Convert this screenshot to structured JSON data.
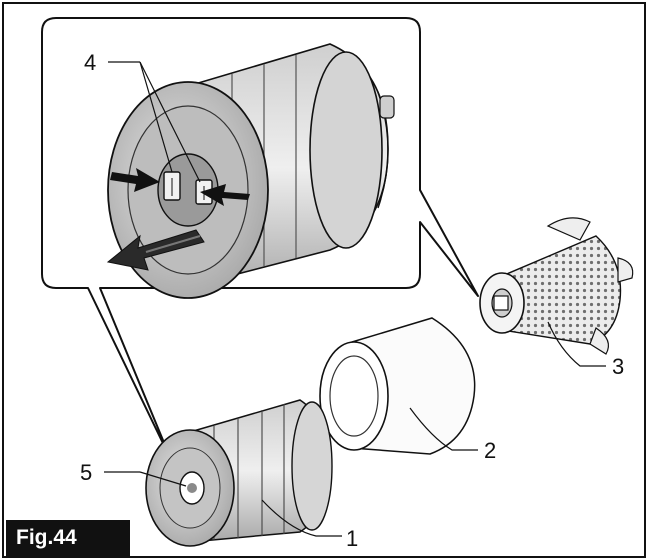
{
  "figure": {
    "label": "Fig.44",
    "callouts": {
      "c1": "1",
      "c2": "2",
      "c3": "3",
      "c4": "4",
      "c5": "5"
    }
  },
  "colors": {
    "line": "#111111",
    "shade_light": "#d9d9d9",
    "shade_mid": "#bdbdbd",
    "shade_dark": "#8f8f8f",
    "arrow": "#222222"
  }
}
